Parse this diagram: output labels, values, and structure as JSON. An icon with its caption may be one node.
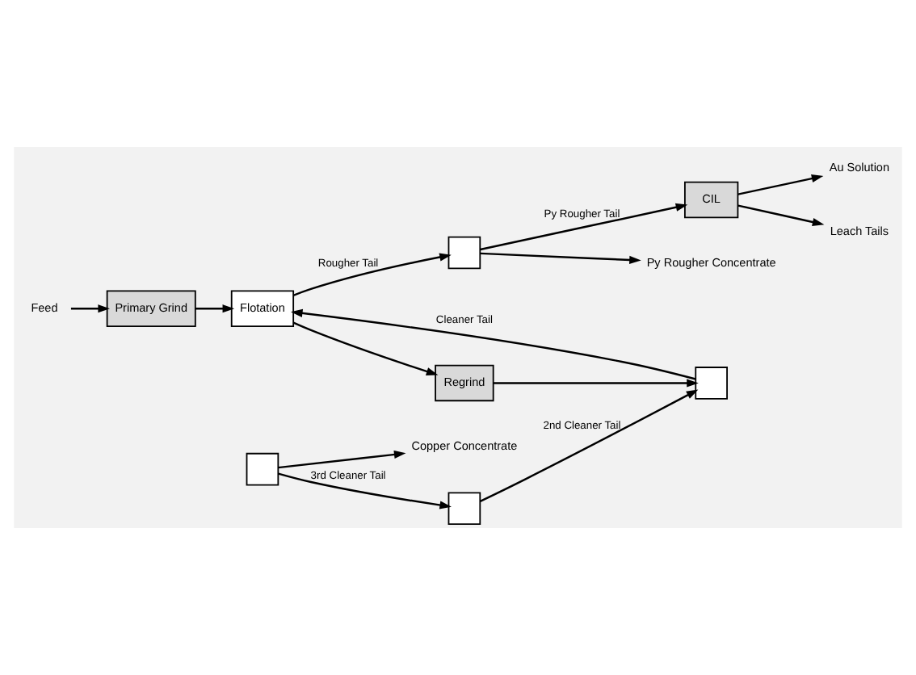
{
  "diagram": {
    "nodes": [
      {
        "text": [
          "Feed"
        ]
      },
      {
        "text": [
          "Primary Grind"
        ]
      },
      {
        "text": [
          "Flotation"
        ]
      },
      {
        "text": [
          "Regrind"
        ]
      },
      {
        "text": [],
        "shape": "box"
      },
      {
        "text": [],
        "shape": "box"
      },
      {
        "text": [],
        "shape": "box"
      },
      {
        "text": [],
        "shape": "box"
      },
      {
        "text": [
          "Py Rougher Concentrate"
        ]
      },
      {
        "text": [
          "CIL"
        ]
      },
      {
        "text": [
          "Au Solution"
        ]
      },
      {
        "text": [
          "Leach Tails"
        ]
      },
      {
        "text": [
          "Copper Concentrate"
        ]
      }
    ],
    "edges": [
      {
        "from": 0,
        "to": 1,
        "arrow": "to"
      },
      {
        "from": 1,
        "to": 2,
        "arrow": "to"
      },
      {
        "from": 2,
        "to": 7,
        "arrow": "to",
        "label": "Rougher Tail"
      },
      {
        "from": 2,
        "to": 3,
        "arrow": "to"
      },
      {
        "from": 3,
        "to": 4,
        "arrow": "to"
      },
      {
        "from": 4,
        "to": 2,
        "arrow": "to",
        "label": "Cleaner Tail"
      },
      {
        "from": 5,
        "to": 4,
        "arrow": "to",
        "label": "2nd Cleaner Tail"
      },
      {
        "from": 6,
        "to": 5,
        "arrow": "to",
        "label": "3rd Cleaner Tail"
      },
      {
        "from": 6,
        "to": 12,
        "arrow": "to"
      },
      {
        "from": 7,
        "to": 8,
        "arrow": "to"
      },
      {
        "from": 7,
        "to": 9,
        "arrow": "to",
        "label": "Py Rougher Tail"
      },
      {
        "from": 9,
        "to": 10,
        "arrow": "to"
      },
      {
        "from": 9,
        "to": 11,
        "arrow": "to"
      }
    ]
  }
}
